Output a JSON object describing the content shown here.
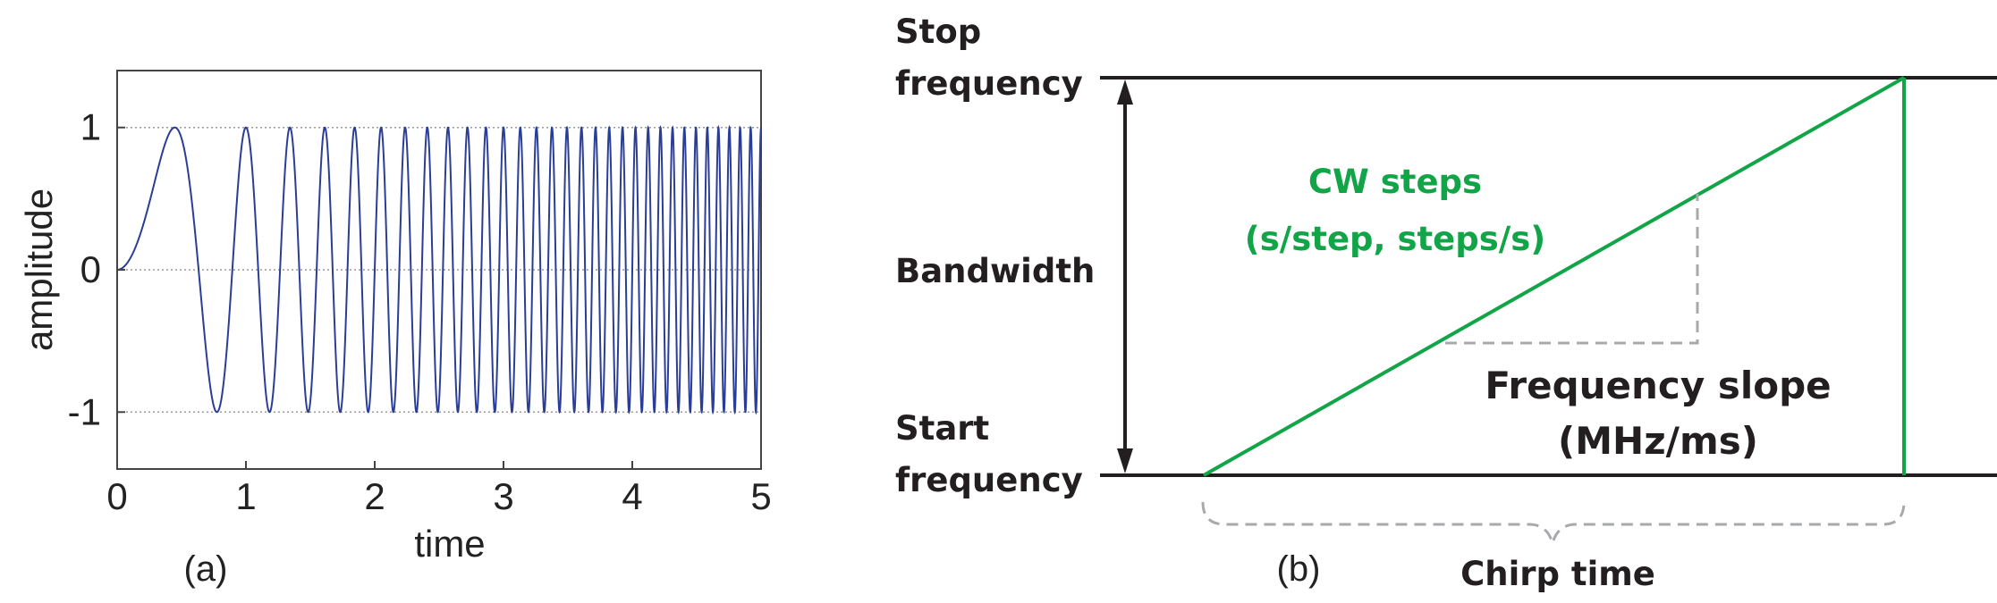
{
  "panel_a": {
    "caption": "(a)",
    "chart_data": {
      "type": "line",
      "title": "",
      "xlabel": "time",
      "ylabel": "amplitude",
      "xlim": [
        0,
        5
      ],
      "ylim": [
        -1.4,
        1.4
      ],
      "xticks": [
        "0",
        "1",
        "2",
        "3",
        "4",
        "5"
      ],
      "yticks": [
        "1",
        "0",
        "-1"
      ],
      "grid": "dotted horizontal lines at y = 1, 0, -1",
      "series": [
        {
          "function": "sin(2*pi*t^2/0.8)",
          "x_start": 0,
          "x_end": 5,
          "color": "#2b3e97"
        }
      ]
    }
  },
  "panel_b": {
    "caption": "(b)",
    "stop_label": [
      "Stop",
      "frequency"
    ],
    "start_label": [
      "Start",
      "frequency"
    ],
    "bandwidth_label": "Bandwidth",
    "cw_steps_label": [
      "CW steps",
      "(s/step, steps/s)"
    ],
    "slope_label": [
      "Frequency slope",
      "(MHz/ms)"
    ],
    "chirp_label": "Chirp time",
    "colors": {
      "ramp": "#12a548",
      "lines": "#231f20",
      "dashed": "#a7a9ac"
    }
  }
}
